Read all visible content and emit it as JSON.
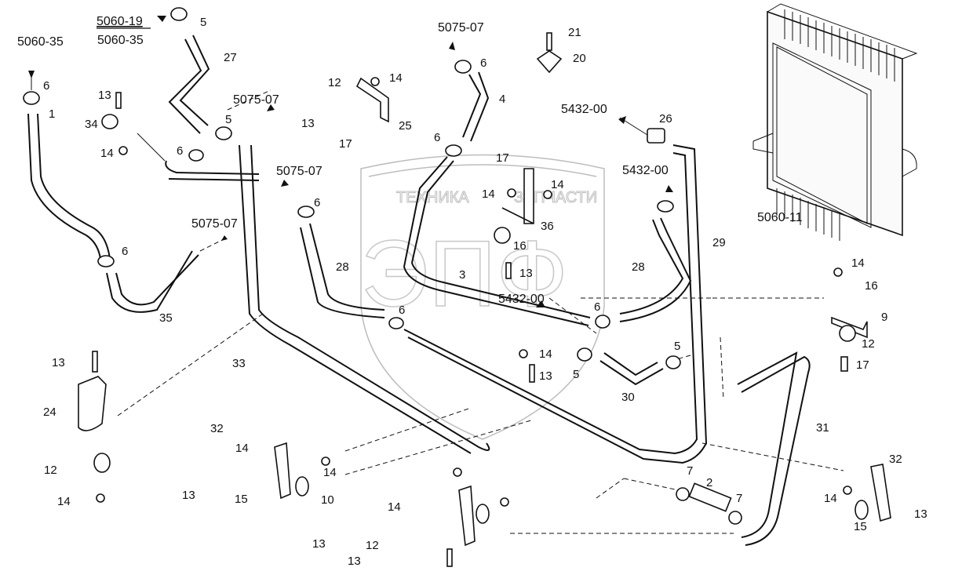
{
  "diagram": {
    "type": "exploded-parts-diagram",
    "subject": "cooling system hoses and radiator",
    "watermark": {
      "top_text_left": "ТЕХНИКА",
      "top_text_right": "ЗАПЧАСТИ",
      "big_letters": "ЭПФ"
    },
    "references": [
      {
        "id": "ref-5060-35-left",
        "text": "5060-35"
      },
      {
        "id": "ref-5060-19",
        "text": "5060-19"
      },
      {
        "id": "ref-5060-35-top",
        "text": "5060-35"
      },
      {
        "id": "ref-5075-07-a",
        "text": "5075-07"
      },
      {
        "id": "ref-5075-07-b",
        "text": "5075-07"
      },
      {
        "id": "ref-5075-07-c",
        "text": "5075-07"
      },
      {
        "id": "ref-5075-07-d",
        "text": "5075-07"
      },
      {
        "id": "ref-5432-00-a",
        "text": "5432-00"
      },
      {
        "id": "ref-5432-00-b",
        "text": "5432-00"
      },
      {
        "id": "ref-5432-00-c",
        "text": "5432-00"
      },
      {
        "id": "ref-5060-11",
        "text": "5060-11"
      }
    ],
    "callouts": [
      {
        "n": "6"
      },
      {
        "n": "1"
      },
      {
        "n": "5"
      },
      {
        "n": "27"
      },
      {
        "n": "13"
      },
      {
        "n": "34"
      },
      {
        "n": "14"
      },
      {
        "n": "5"
      },
      {
        "n": "6"
      },
      {
        "n": "6"
      },
      {
        "n": "35"
      },
      {
        "n": "12"
      },
      {
        "n": "14"
      },
      {
        "n": "13"
      },
      {
        "n": "17"
      },
      {
        "n": "25"
      },
      {
        "n": "6"
      },
      {
        "n": "4"
      },
      {
        "n": "21"
      },
      {
        "n": "20"
      },
      {
        "n": "26"
      },
      {
        "n": "6"
      },
      {
        "n": "17"
      },
      {
        "n": "14"
      },
      {
        "n": "14"
      },
      {
        "n": "36"
      },
      {
        "n": "16"
      },
      {
        "n": "13"
      },
      {
        "n": "6"
      },
      {
        "n": "28"
      },
      {
        "n": "28"
      },
      {
        "n": "29"
      },
      {
        "n": "3"
      },
      {
        "n": "6"
      },
      {
        "n": "6"
      },
      {
        "n": "14"
      },
      {
        "n": "13"
      },
      {
        "n": "5"
      },
      {
        "n": "5"
      },
      {
        "n": "30"
      },
      {
        "n": "14"
      },
      {
        "n": "16"
      },
      {
        "n": "9"
      },
      {
        "n": "12"
      },
      {
        "n": "17"
      },
      {
        "n": "33"
      },
      {
        "n": "13"
      },
      {
        "n": "24"
      },
      {
        "n": "12"
      },
      {
        "n": "14"
      },
      {
        "n": "32"
      },
      {
        "n": "14"
      },
      {
        "n": "13"
      },
      {
        "n": "15"
      },
      {
        "n": "14"
      },
      {
        "n": "10"
      },
      {
        "n": "14"
      },
      {
        "n": "12"
      },
      {
        "n": "13"
      },
      {
        "n": "13"
      },
      {
        "n": "31"
      },
      {
        "n": "7"
      },
      {
        "n": "2"
      },
      {
        "n": "7"
      },
      {
        "n": "32"
      },
      {
        "n": "14"
      },
      {
        "n": "15"
      },
      {
        "n": "13"
      }
    ]
  }
}
